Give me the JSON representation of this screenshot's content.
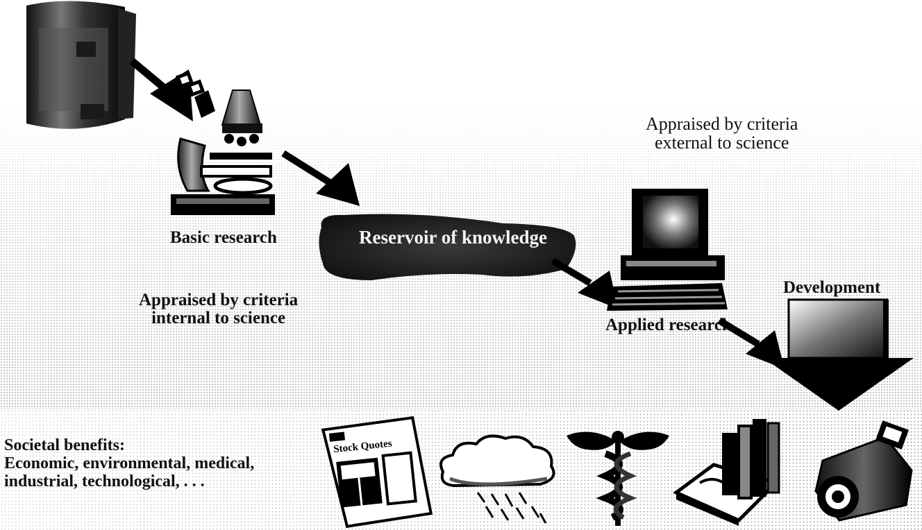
{
  "labels": {
    "basic_research": "Basic research",
    "reservoir": "Reservoir of knowledge",
    "applied_research": "Applied research",
    "development": "Development",
    "external_line1": "Appraised by criteria",
    "external_line2": "external to science",
    "internal_line1": "Appraised by criteria",
    "internal_line2": "internal to science",
    "benefits_line1": "Societal benefits:",
    "benefits_line2": "Economic, environmental, medical,",
    "benefits_line3": "industrial, technological, . . .",
    "newspaper_headline": "Stock Quotes"
  },
  "icons": [
    "film-roll-icon",
    "microscope-icon",
    "reservoir-blob",
    "computer-icon",
    "development-arrow-icon",
    "newspaper-icon",
    "rain-cloud-icon",
    "caduceus-icon",
    "factory-icon",
    "video-camera-icon"
  ],
  "colors": {
    "ink": "#111111",
    "paper": "#ffffff",
    "reservoir_text": "#f4f4f4"
  }
}
